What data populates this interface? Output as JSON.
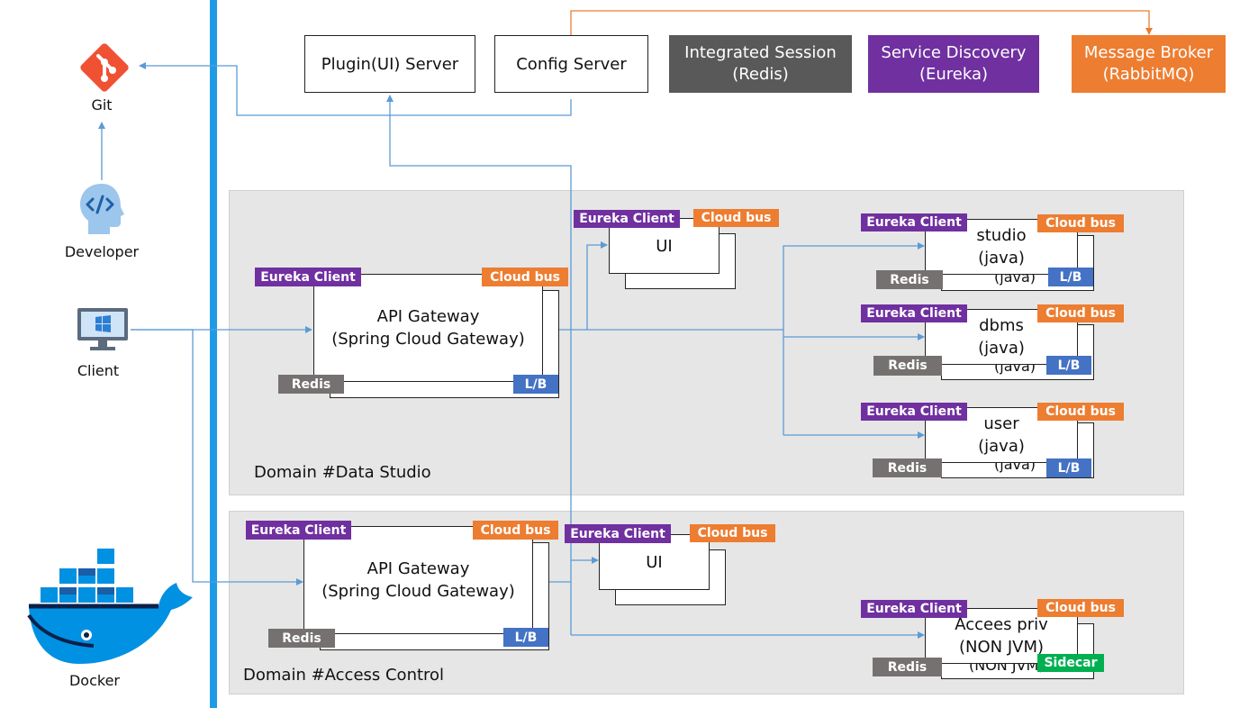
{
  "colors": {
    "eureka": "#7030a0",
    "cloudbus": "#ed7d31",
    "redis": "#767171",
    "lb": "#4472c4",
    "sidecar": "#00b050",
    "line": "#5b9bd5",
    "divider": "#1e9be5"
  },
  "left": {
    "git_label": "Git",
    "developer_label": "Developer",
    "client_label": "Client",
    "docker_label": "Docker"
  },
  "top": {
    "plugin_server": "Plugin(UI) Server",
    "config_server": "Config Server",
    "session_line1": "Integrated Session",
    "session_line2": "(Redis)",
    "discovery_line1": "Service Discovery",
    "discovery_line2": "(Eureka)",
    "broker_line1": "Message Broker",
    "broker_line2": "(RabbitMQ)"
  },
  "tags": {
    "eureka": "Eureka Client",
    "cloudbus": "Cloud bus",
    "redis": "Redis",
    "lb": "L/B",
    "sidecar": "Sidecar"
  },
  "domain1": {
    "label": "Domain #Data Studio",
    "gateway_line1": "API Gateway",
    "gateway_line2": "(Spring Cloud Gateway)",
    "ui": "UI",
    "studio_line1": "studio",
    "studio_line2": "(java)",
    "dbms_line1": "dbms",
    "dbms_line2": "(java)",
    "user_line1": "user",
    "user_line2": "(java)",
    "behind_text": "(java)"
  },
  "domain2": {
    "label": "Domain #Access Control",
    "gateway_line1": "API Gateway",
    "gateway_line2": "(Spring Cloud Gateway)",
    "ui": "UI",
    "accees_line1": "Accees priv",
    "accees_line2": "(NON JVM)",
    "behind_text": "(NON JVM)"
  }
}
